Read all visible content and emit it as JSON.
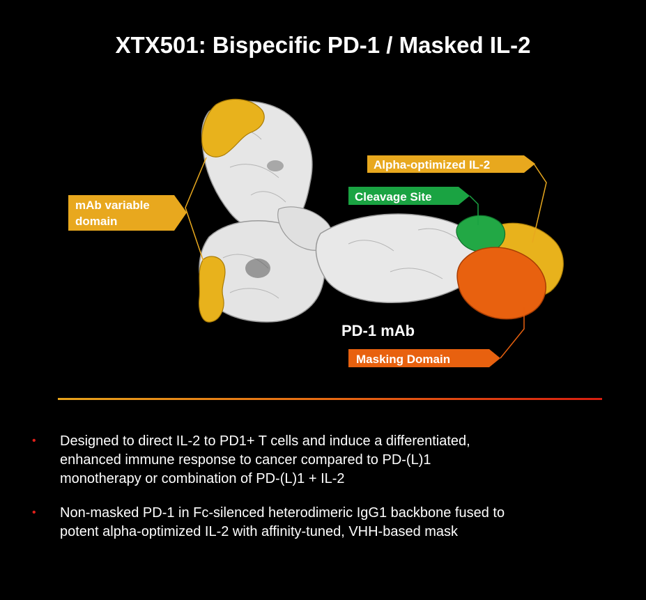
{
  "title": "XTX501: Bispecific PD-1 / Masked IL-2",
  "callouts": {
    "variable_domain_line1": "mAb variable",
    "variable_domain_line2": "domain",
    "alpha_il2": "Alpha-optimized IL-2",
    "cleavage_site": "Cleavage Site",
    "masking_domain": "Masking Domain",
    "pd1_mab": "PD-1 mAb"
  },
  "bullets": [
    {
      "line1": "Designed to direct IL-2 to PD1+ T cells and induce a differentiated,",
      "line2": "enhanced immune response to cancer compared to PD-(L)1",
      "line3": "monotherapy or combination of PD-(L)1 + IL-2"
    },
    {
      "line1": "Non-masked PD-1 in Fc-silenced heterodimeric IgG1 backbone fused to",
      "line2": "potent alpha-optimized IL-2 with affinity-tuned, VHH-based mask"
    }
  ],
  "colors": {
    "background": "#000000",
    "gold": "#e8a81e",
    "green": "#1aa342",
    "orange": "#e8610f",
    "protein": "#e4e4e4",
    "bullet_dot": "#e0201a"
  }
}
